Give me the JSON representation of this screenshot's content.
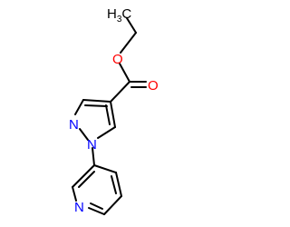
{
  "atoms": {
    "methyl": {
      "main": "H",
      "sub": "3",
      "tail": "C"
    },
    "ester_oxygen": "O",
    "carbonyl_oxygen": "O",
    "pyrazole_n2": "N",
    "pyrazole_n1": "N",
    "pyridine_n": "N"
  },
  "colors": {
    "bond": "#000000",
    "carbon": "#000000",
    "oxygen": "#ff0000",
    "nitrogen": "#0000ff"
  }
}
